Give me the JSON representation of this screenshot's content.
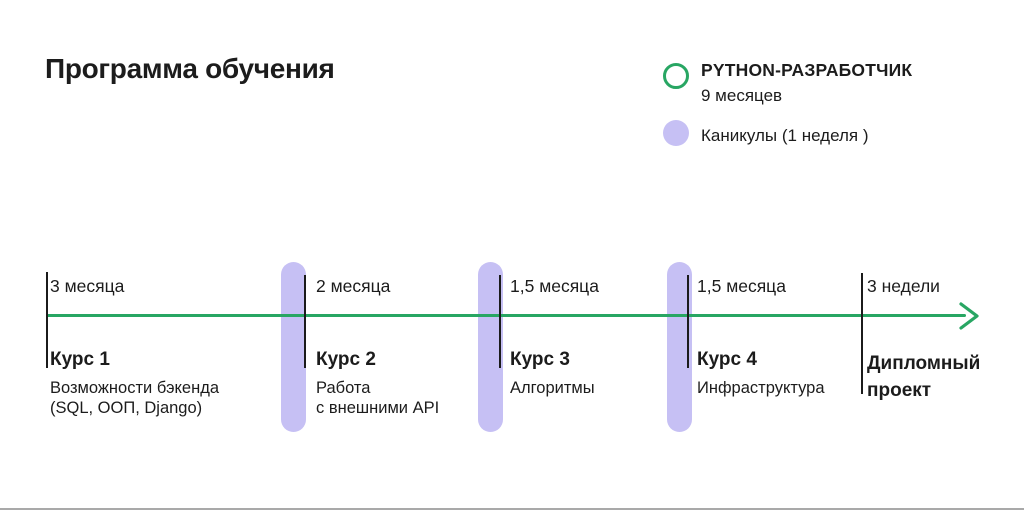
{
  "title": "Программа обучения",
  "legend": {
    "program": {
      "label": "PYTHON-РАЗРАБОТЧИК",
      "duration": "9 месяцев",
      "marker_icon": "green-ring-icon"
    },
    "holiday": {
      "label": "Каникулы (1 неделя )",
      "marker_icon": "purple-dot-icon"
    }
  },
  "colors": {
    "accent_green": "#28a663",
    "holiday_purple": "#c6c0f4",
    "text": "#1c1c1c",
    "divider": "#a9a9a9"
  },
  "timeline": {
    "total_duration": "9 месяцев",
    "holiday_breaks": 3,
    "segments": [
      {
        "duration": "3 месяца",
        "title": "Курс 1",
        "description": [
          "Возможности бэкенда",
          "(SQL, ООП, Django)"
        ]
      },
      {
        "duration": "2 месяца",
        "title": "Курс 2",
        "description": [
          "Работа",
          "с внешними API"
        ]
      },
      {
        "duration": "1,5 месяца",
        "title": "Курс 3",
        "description": [
          "Алгоритмы"
        ]
      },
      {
        "duration": "1,5 месяца",
        "title": "Курс 4",
        "description": [
          "Инфраструктура"
        ]
      },
      {
        "duration": "3 недели",
        "title": "Дипломный проект",
        "description": []
      }
    ]
  }
}
